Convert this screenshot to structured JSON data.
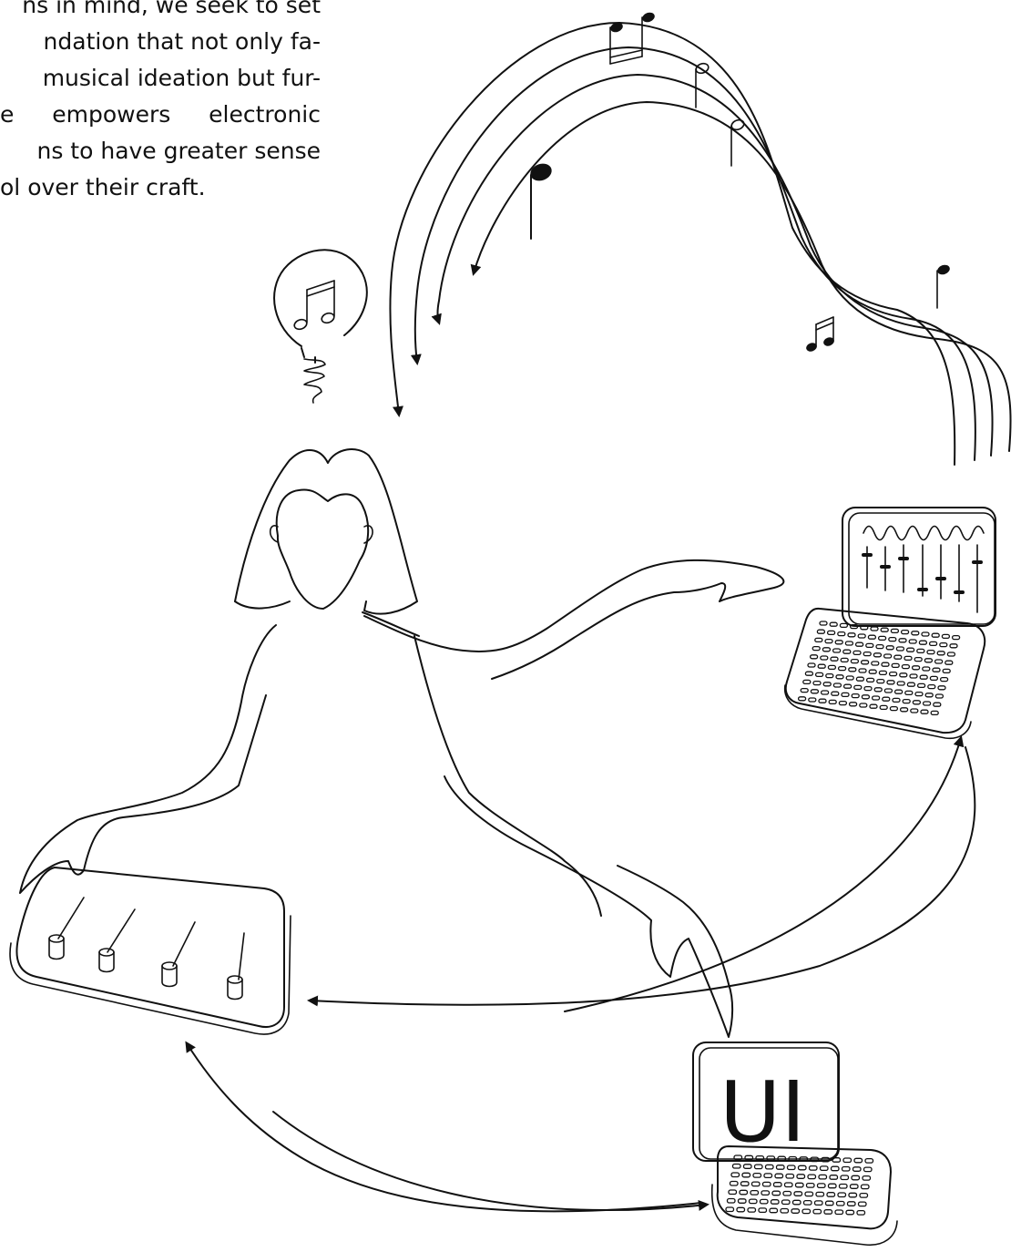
{
  "paragraph": {
    "lines": [
      "ns in mind, we seek to set",
      "ndation that not only fa-",
      "musical ideation but fur-",
      "e  empowers  electronic",
      "ns to have greater sense",
      "ol over their craft."
    ]
  },
  "laptop_bottom": {
    "screen_label": "UI"
  }
}
